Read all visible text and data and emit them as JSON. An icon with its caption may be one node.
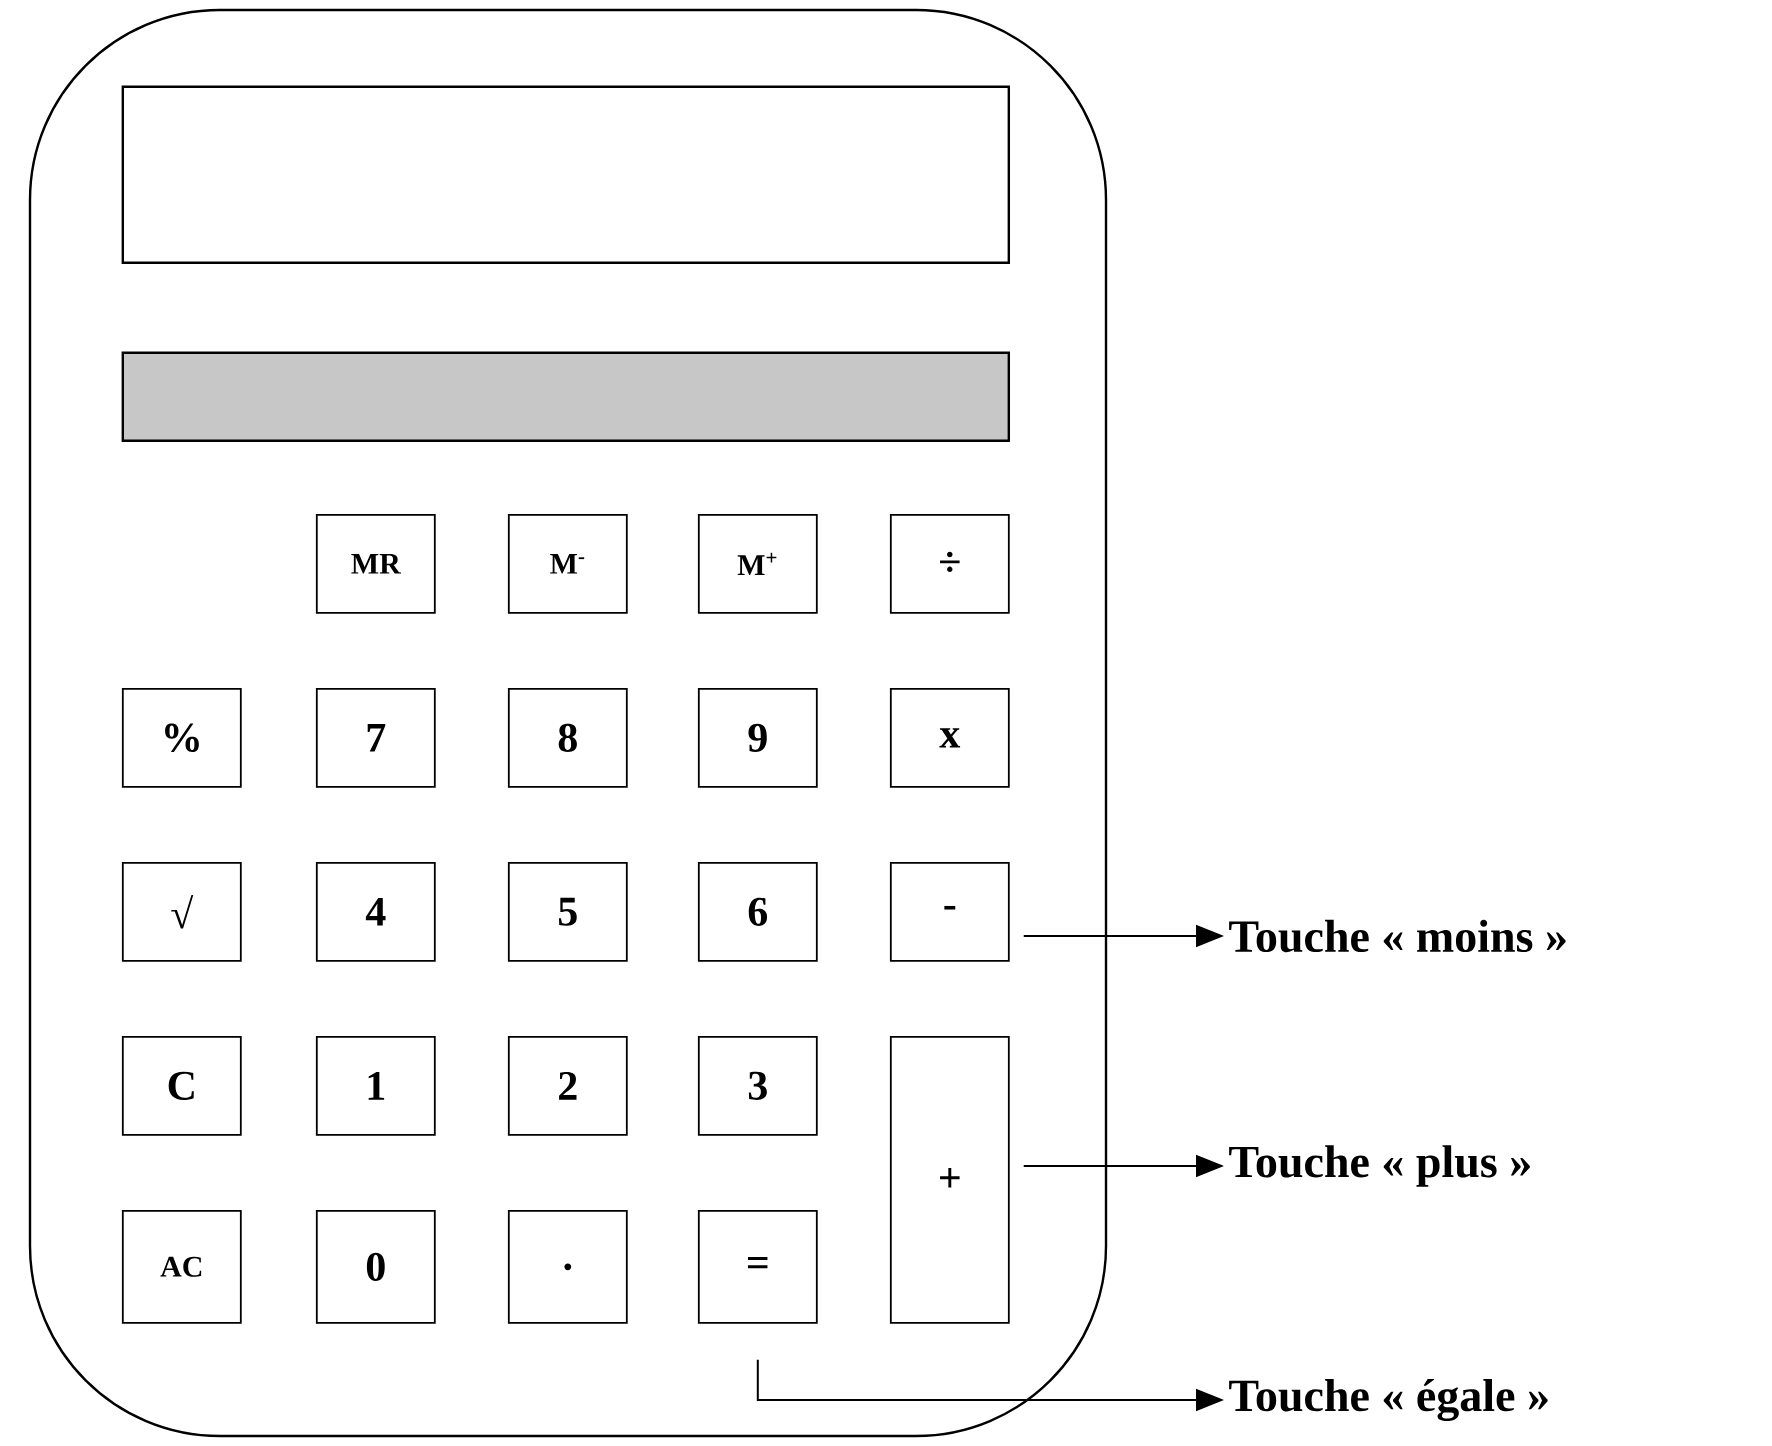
{
  "diagram": {
    "nodes": [
      {
        "text": [],
        "shape": "box"
      },
      {
        "text": [],
        "shape": "box",
        "in": 0
      },
      {
        "text": [],
        "shape": "bar",
        "in": 0
      },
      {
        "text": [
          "MR"
        ],
        "in": 0
      },
      {
        "text": [
          "M$^{-}$"
        ],
        "in": 0
      },
      {
        "text": [
          "M$^{+}$"
        ],
        "in": 0
      },
      {
        "text": [
          "÷"
        ],
        "in": 0
      },
      {
        "text": [
          "%"
        ],
        "in": 0
      },
      {
        "text": [
          "7"
        ],
        "in": 0
      },
      {
        "text": [
          "8"
        ],
        "in": 0
      },
      {
        "text": [
          "9"
        ],
        "in": 0
      },
      {
        "text": [
          "x"
        ],
        "in": 0
      },
      {
        "text": [
          "√"
        ],
        "in": 0
      },
      {
        "text": [
          "4"
        ],
        "in": 0
      },
      {
        "text": [
          "5"
        ],
        "in": 0
      },
      {
        "text": [
          "6"
        ],
        "in": 0
      },
      {
        "text": [
          "-"
        ],
        "in": 0
      },
      {
        "text": [
          "C"
        ],
        "in": 0
      },
      {
        "text": [
          "1"
        ],
        "in": 0
      },
      {
        "text": [
          "2"
        ],
        "in": 0
      },
      {
        "text": [
          "3"
        ],
        "in": 0
      },
      {
        "text": [
          "+"
        ],
        "in": 0
      },
      {
        "text": [
          "AC"
        ],
        "in": 0
      },
      {
        "text": [
          "0"
        ],
        "in": 0
      },
      {
        "text": [
          "."
        ],
        "in": 0
      },
      {
        "text": [
          "="
        ],
        "in": 0
      },
      {
        "text": [
          "Touche « moins »"
        ]
      },
      {
        "text": [
          "Touche « plus »"
        ]
      },
      {
        "text": [
          "Touche « égale »"
        ]
      }
    ],
    "edges": [
      {
        "from": 16,
        "to": 26,
        "arrow": "to"
      },
      {
        "from": 21,
        "to": 27,
        "arrow": "to"
      },
      {
        "from": 25,
        "to": 28,
        "arrow": "to"
      }
    ]
  }
}
